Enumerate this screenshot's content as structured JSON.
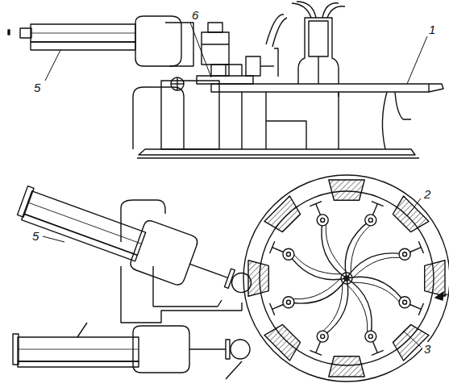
{
  "diagram": {
    "labels": [
      "5",
      "6",
      "1",
      "5",
      "2",
      "3"
    ]
  }
}
